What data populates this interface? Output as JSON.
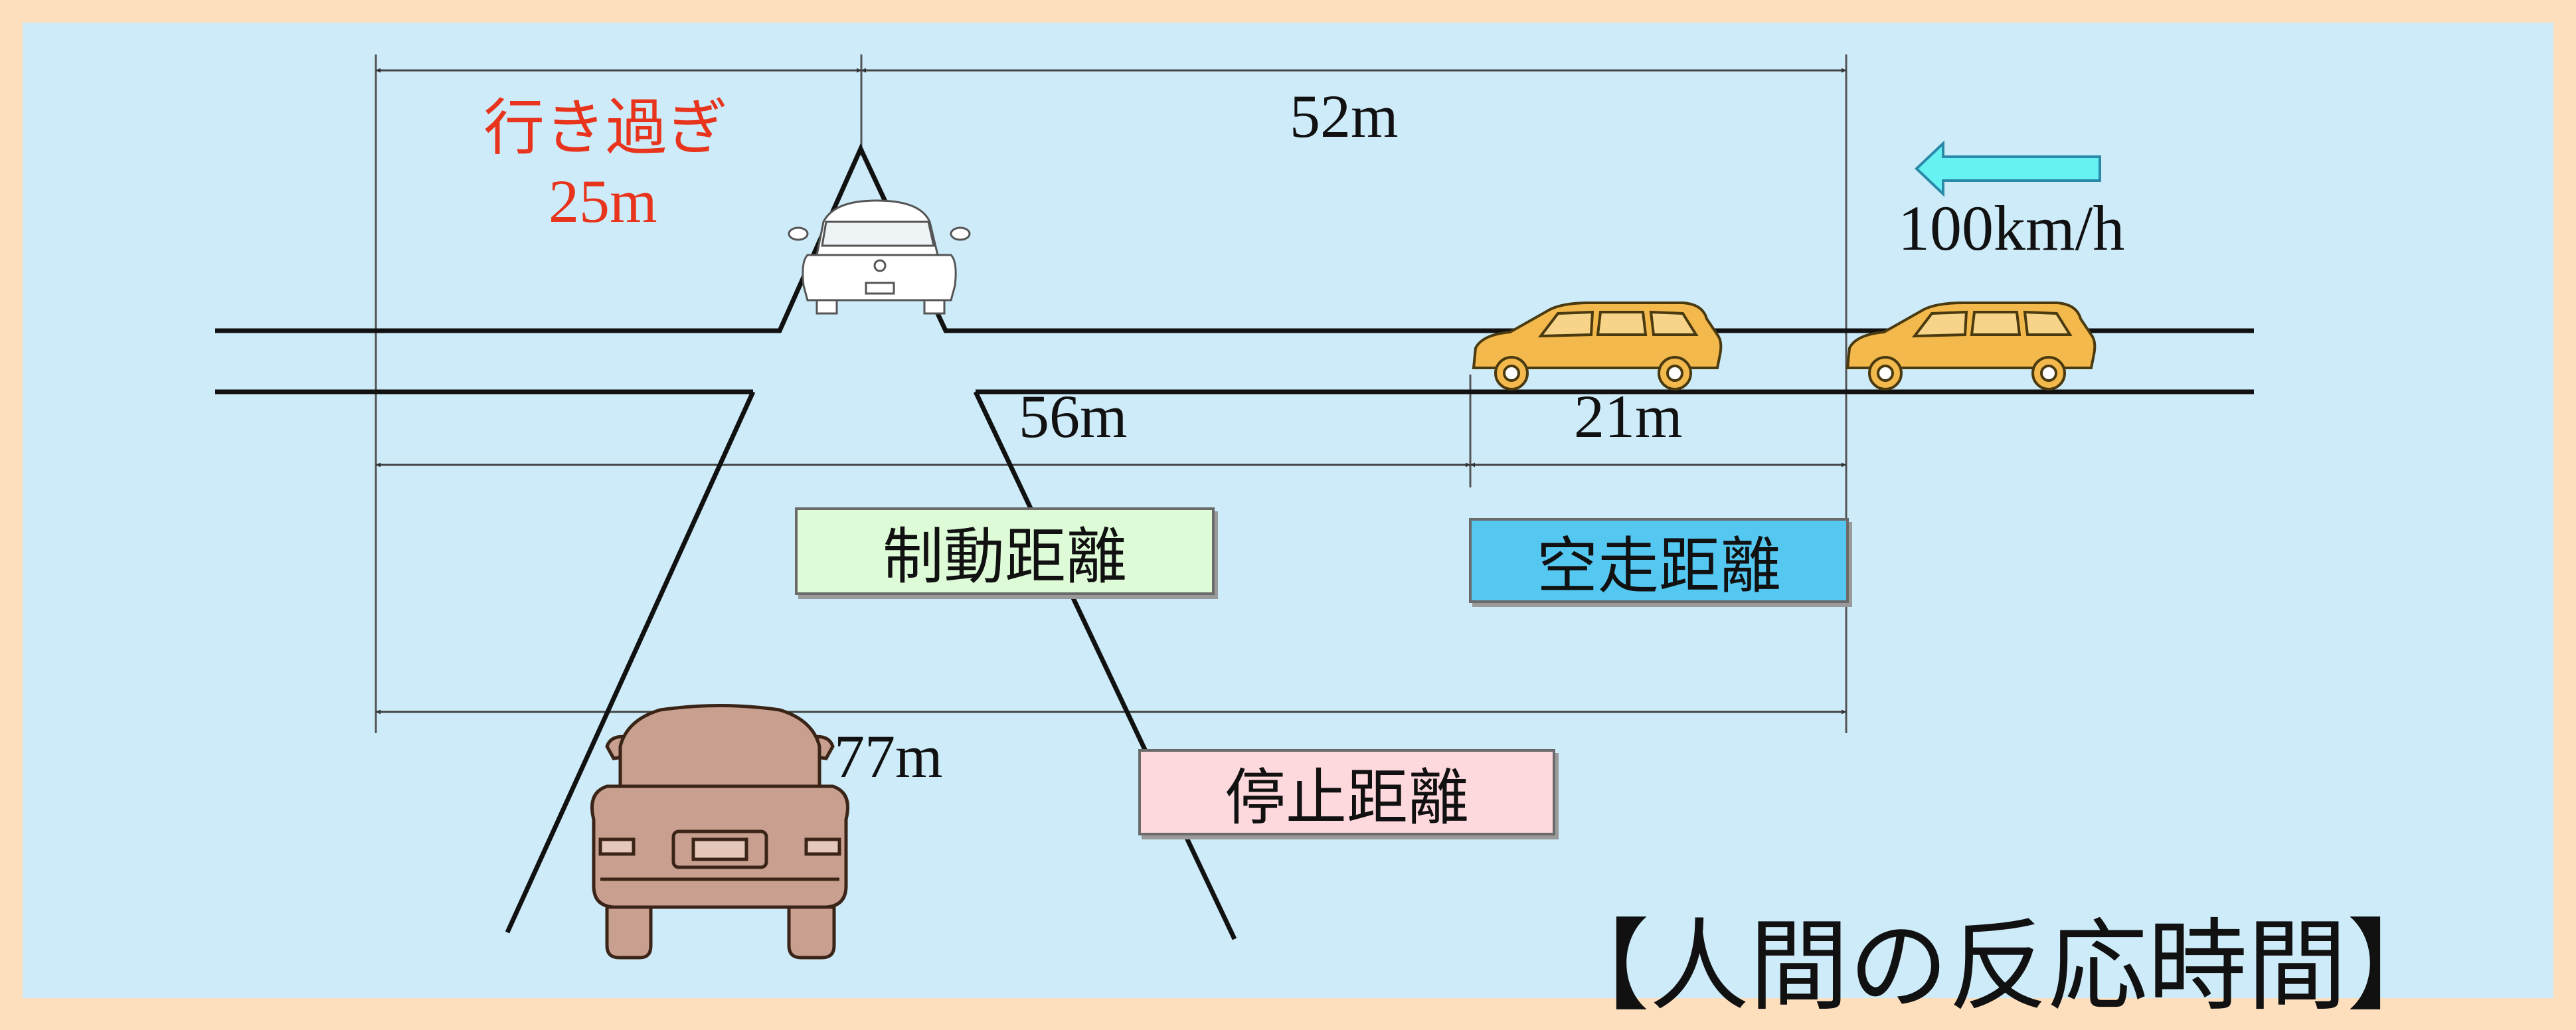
{
  "colors": {
    "frame": "#FDDFBE",
    "background": "#CDEBF9",
    "overshoot_text": "#E8341C",
    "braking_box": "#DDFBD6",
    "idle_box": "#55C8F2",
    "stopping_box": "#FDD8DC",
    "car_yellow": "#F4B94C",
    "car_brown": "#C9A090",
    "speed_arrow": "#66F2F2"
  },
  "speed": {
    "arrow_icon": "left-arrow-icon",
    "label": "100km/h"
  },
  "overshoot": {
    "label": "行き過ぎ",
    "distance": "25m"
  },
  "distances": {
    "d52": "52m",
    "braking": "56m",
    "idle": "21m",
    "stopping": "77m"
  },
  "boxes": {
    "braking": "制動距離",
    "idle": "空走距離",
    "stopping": "停止距離"
  },
  "caption": "【人間の反応時間】"
}
